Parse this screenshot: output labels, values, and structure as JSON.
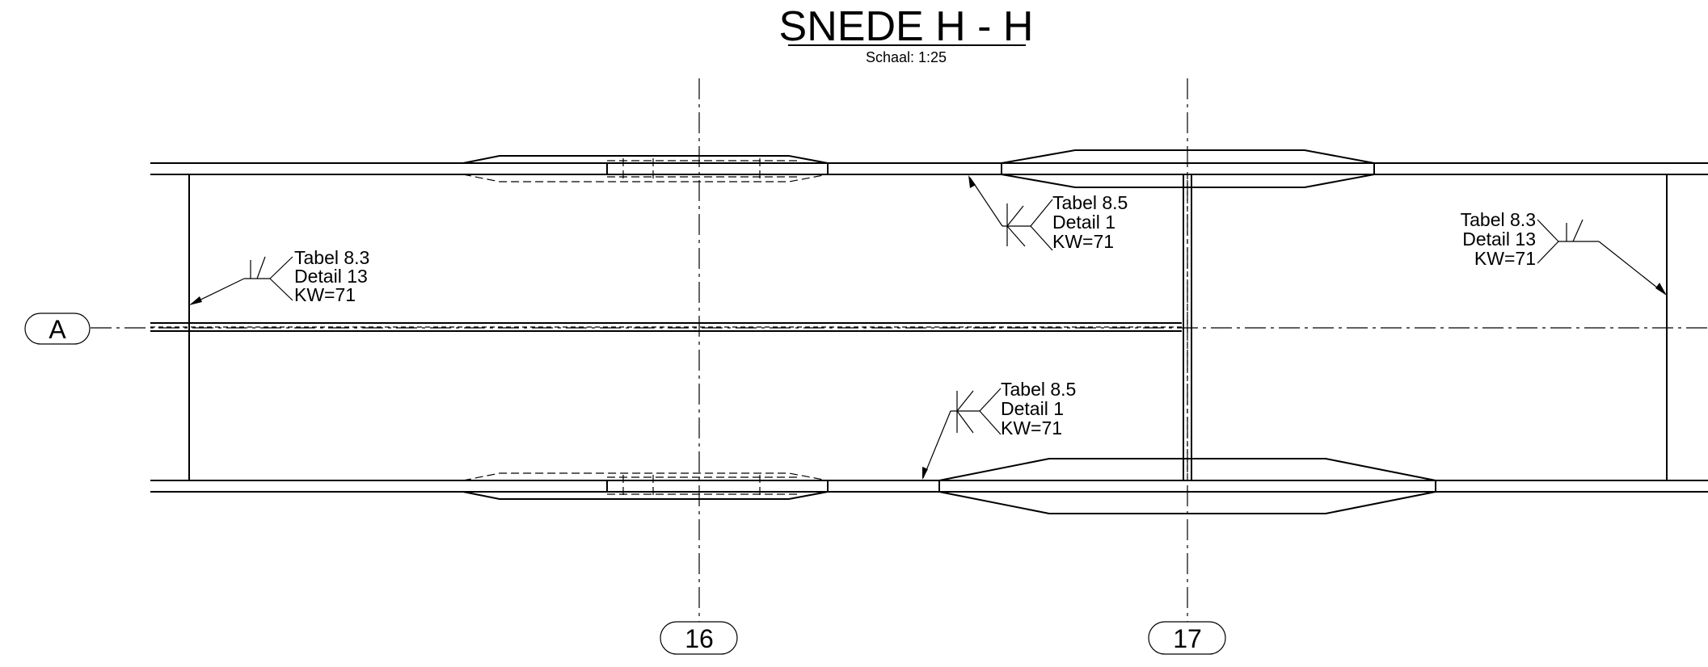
{
  "title": "SNEDE H - H",
  "scale": "Schaal: 1:25",
  "grid_bubbles": {
    "row_a": "A",
    "col_16": "16",
    "col_17": "17"
  },
  "weld_labels": [
    {
      "name": "weld-left",
      "lines": [
        "Tabel 8.3",
        "Detail 13",
        "KW=71"
      ]
    },
    {
      "name": "weld-top-middle",
      "lines": [
        "Tabel 8.5",
        "Detail 1",
        "KW=71"
      ]
    },
    {
      "name": "weld-right",
      "lines": [
        "Tabel 8.3",
        "Detail 13",
        "KW=71"
      ]
    },
    {
      "name": "weld-bottom-middle",
      "lines": [
        "Tabel 8.5",
        "Detail 1",
        "KW=71"
      ]
    }
  ]
}
